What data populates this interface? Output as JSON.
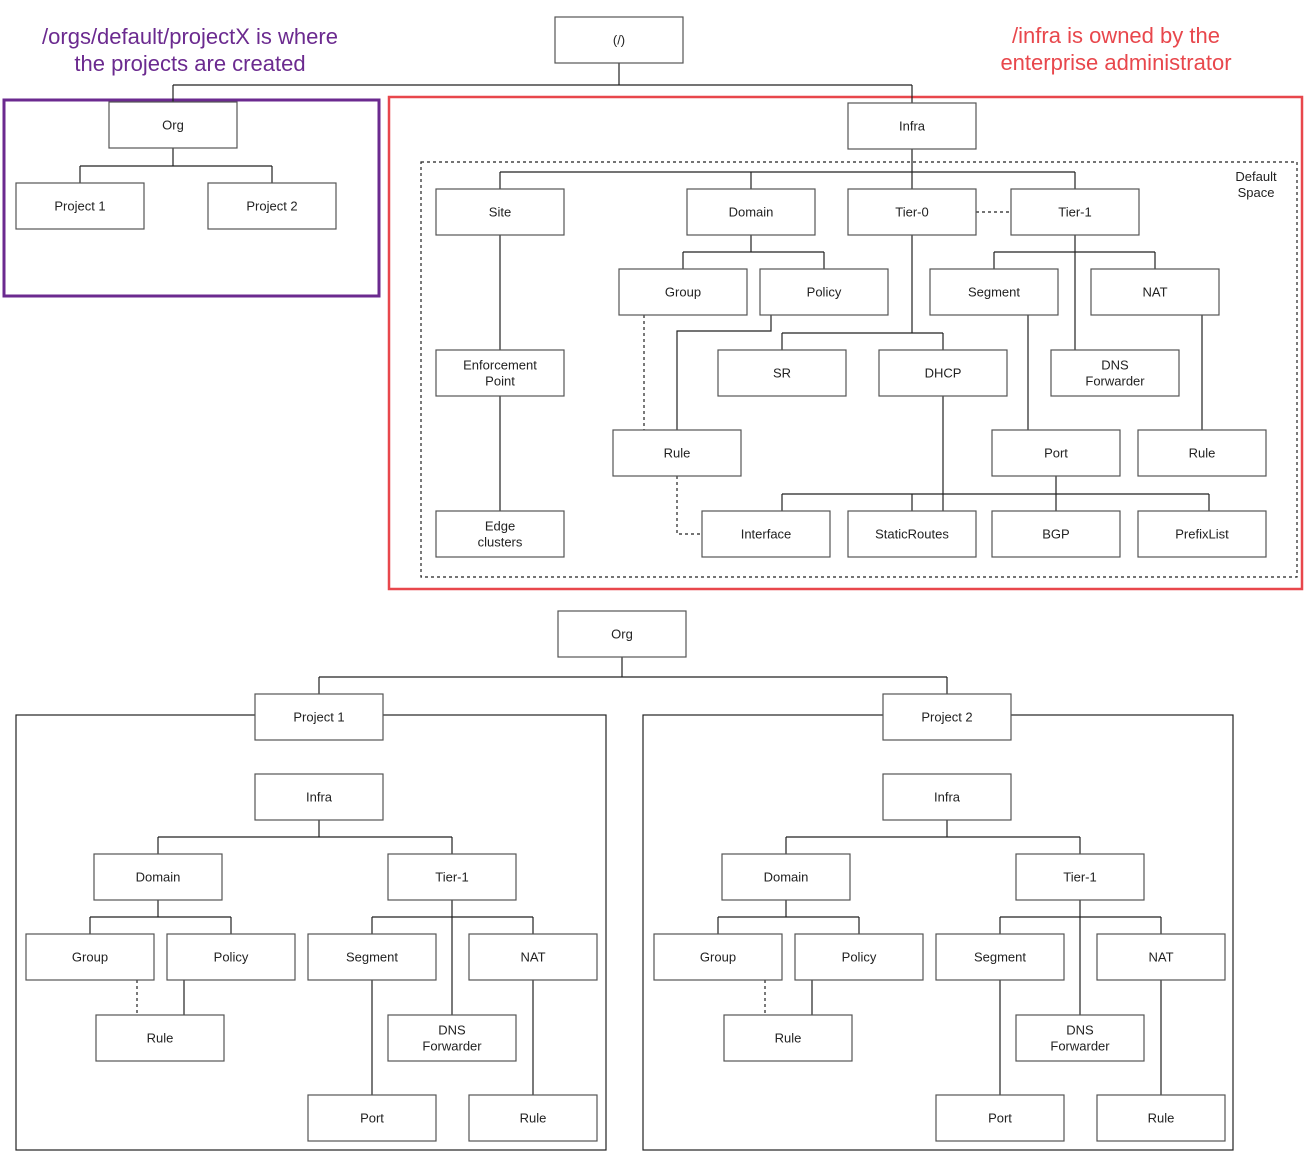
{
  "annotations": {
    "orgs_note_line1": "/orgs/default/projectX is where",
    "orgs_note_line2": "the projects are created",
    "infra_note_line1": "/infra is owned by the",
    "infra_note_line2": "enterprise administrator",
    "orgs_color": "#6b2a8f",
    "infra_color": "#e8474c"
  },
  "regions": {
    "default_space_label": [
      "Default",
      "Space"
    ]
  },
  "nodes": {
    "root": "(/)",
    "org_top": "Org",
    "project1_top": "Project 1",
    "project2_top": "Project 2",
    "infra_top": "Infra",
    "site": "Site",
    "domain": "Domain",
    "tier0": "Tier-0",
    "tier1": "Tier-1",
    "group": "Group",
    "policy": "Policy",
    "segment": "Segment",
    "nat": "NAT",
    "enforcement_point": [
      "Enforcement",
      "Point"
    ],
    "sr": "SR",
    "dhcp": "DHCP",
    "dns_forwarder": [
      "DNS",
      "Forwarder"
    ],
    "rule_policy": "Rule",
    "port": "Port",
    "rule_nat": "Rule",
    "edge_clusters": [
      "Edge",
      "clusters"
    ],
    "interface": "Interface",
    "static_routes": "StaticRoutes",
    "bgp": "BGP",
    "prefix_list": "PrefixList",
    "org_bottom": "Org",
    "p1": {
      "project": "Project 1",
      "infra": "Infra",
      "domain": "Domain",
      "tier1": "Tier-1",
      "group": "Group",
      "policy": "Policy",
      "segment": "Segment",
      "nat": "NAT",
      "rule_policy": "Rule",
      "dns_forwarder": [
        "DNS",
        "Forwarder"
      ],
      "port": "Port",
      "rule_nat": "Rule"
    },
    "p2": {
      "project": "Project 2",
      "infra": "Infra",
      "domain": "Domain",
      "tier1": "Tier-1",
      "group": "Group",
      "policy": "Policy",
      "segment": "Segment",
      "nat": "NAT",
      "rule_policy": "Rule",
      "dns_forwarder": [
        "DNS",
        "Forwarder"
      ],
      "port": "Port",
      "rule_nat": "Rule"
    }
  }
}
